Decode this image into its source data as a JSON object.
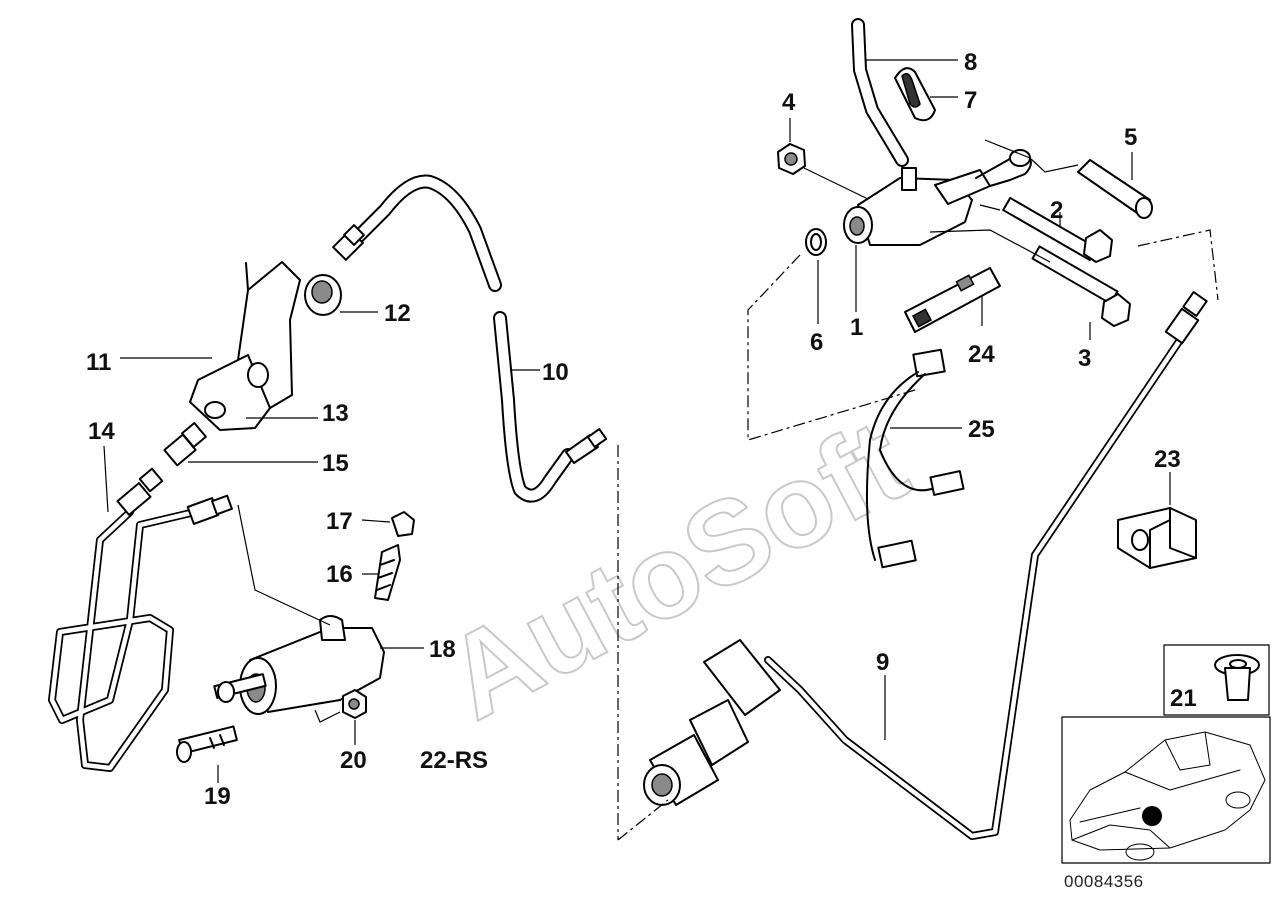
{
  "diagram": {
    "reference_code": "00084356",
    "watermark": "AutoSoft",
    "set_label": "22-RS"
  },
  "callouts": [
    {
      "id": "c1",
      "label": "1"
    },
    {
      "id": "c2",
      "label": "2"
    },
    {
      "id": "c3",
      "label": "3"
    },
    {
      "id": "c4",
      "label": "4"
    },
    {
      "id": "c5",
      "label": "5"
    },
    {
      "id": "c6",
      "label": "6"
    },
    {
      "id": "c7",
      "label": "7"
    },
    {
      "id": "c8",
      "label": "8"
    },
    {
      "id": "c9",
      "label": "9"
    },
    {
      "id": "c10",
      "label": "10"
    },
    {
      "id": "c11",
      "label": "11"
    },
    {
      "id": "c12",
      "label": "12"
    },
    {
      "id": "c13",
      "label": "13"
    },
    {
      "id": "c14",
      "label": "14"
    },
    {
      "id": "c15",
      "label": "15"
    },
    {
      "id": "c16",
      "label": "16"
    },
    {
      "id": "c17",
      "label": "17"
    },
    {
      "id": "c18",
      "label": "18"
    },
    {
      "id": "c19",
      "label": "19"
    },
    {
      "id": "c20",
      "label": "20"
    },
    {
      "id": "c21",
      "label": "21"
    },
    {
      "id": "c23",
      "label": "23"
    },
    {
      "id": "c24",
      "label": "24"
    },
    {
      "id": "c25",
      "label": "25"
    }
  ]
}
